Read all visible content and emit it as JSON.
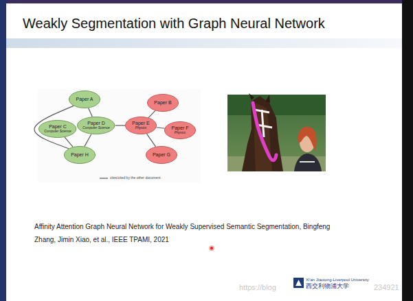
{
  "diagram": {
    "title": "Weakly Segmentation with Graph Neural Network",
    "nodes": [
      {
        "text": [
          "Paper A"
        ]
      },
      {
        "text": [
          "Paper C",
          "Computer Science"
        ]
      },
      {
        "text": [
          "Paper D",
          "Computer Science"
        ]
      },
      {
        "text": [
          "Paper H"
        ]
      },
      {
        "text": [
          "Paper B"
        ]
      },
      {
        "text": [
          "Paper E",
          "Physics"
        ]
      },
      {
        "text": [
          "Paper F",
          "Physics"
        ]
      },
      {
        "text": [
          "Paper G"
        ]
      }
    ],
    "edges": [
      {
        "from": 0,
        "to": 2,
        "arrow": "none"
      },
      {
        "from": 0,
        "to": 3,
        "arrow": "none"
      },
      {
        "from": 1,
        "to": 3,
        "arrow": "none"
      },
      {
        "from": 2,
        "to": 3,
        "arrow": "none"
      },
      {
        "from": 2,
        "to": 5,
        "arrow": "none"
      },
      {
        "from": 5,
        "to": 4,
        "arrow": "none"
      },
      {
        "from": 5,
        "to": 6,
        "arrow": "none"
      },
      {
        "from": 5,
        "to": 7,
        "arrow": "none"
      }
    ],
    "labels": [
      "Affinity Attention Graph Neural Network for Weakly Supervised Semantic Segmentation, Bingfeng Zhang, Jimin Xiao, et al., IEEE TPAMI, 2021",
      "Xi'an Jiaotong-Liverpool University",
      "西交利物浦大学",
      "https://blog",
      "234921"
    ],
    "legend": [
      {
        "text": "cites/cited by the other document"
      }
    ]
  }
}
